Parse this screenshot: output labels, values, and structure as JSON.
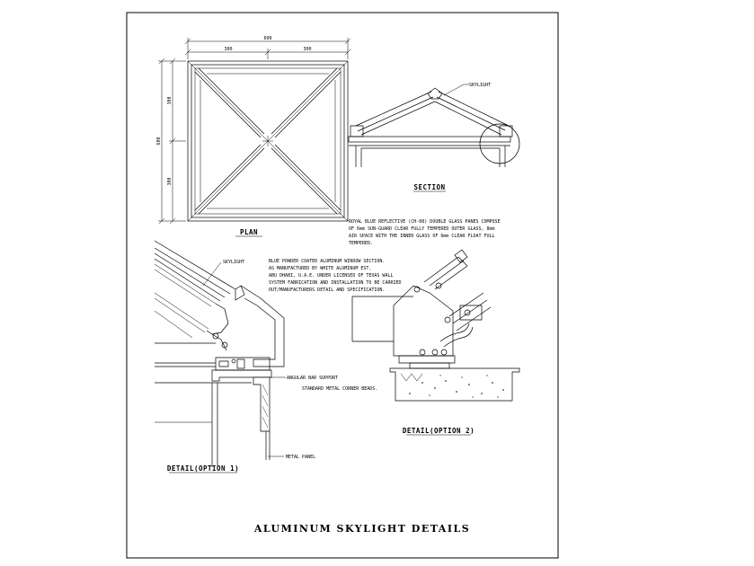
{
  "plan": {
    "title": "PLAN",
    "dim_total": "600",
    "dim_half_top_left": "300",
    "dim_half_top_right": "300",
    "dim_total_side": "600",
    "dim_half_side_top": "300",
    "dim_half_side_bottom": "300"
  },
  "section": {
    "title": "SECTION",
    "label_skylight": "SKYLIGHT"
  },
  "detail1": {
    "title": "DETAIL(OPTION 1)",
    "label_skylight": "SKYLIGHT",
    "note_lines": [
      "BLUE POWDER COATED ALUMINUM WINDOW SECTION.",
      "AS MANUFACTURED BY WHITE ALUMINUM EST.",
      "ABU DHABI, U.A.E. UNDER LICENSED OF TEXAS WALL",
      "SYSTEM FABRICATION AND INSTALLATION TO BE CARRIED",
      "OUT/MANUFACTURERS DETAIL AND SPECIFICATION."
    ],
    "label_angular": "ANGULAR BAR SUPPORT",
    "label_corner_beads": "STANDARD METAL CORNER BEADS.",
    "label_metal_panel": "METAL PANEL"
  },
  "detail2": {
    "title": "DETAIL(OPTION 2)",
    "note_lines": [
      "ROYAL BLUE REFLECTIVE (CH-08) DOUBLE GLASS PANES COMPOSE",
      "OF 6mm SUN-GUARD CLEAR FULLY TEMPERED OUTER GLASS, 8mm",
      "AIR SPACE WITH THE INNER GLASS OF 6mm CLEAR FLOAT FULL",
      "TEMPERED."
    ]
  },
  "sheet_title": "ALUMINUM SKYLIGHT DETAILS"
}
